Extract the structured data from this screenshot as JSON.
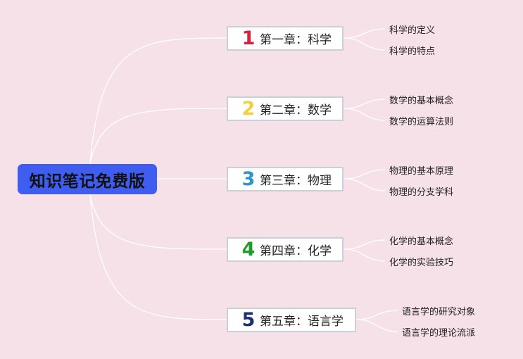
{
  "root": {
    "title": "知识笔记免费版"
  },
  "chapters": [
    {
      "number": "1",
      "title": "第一章：科学",
      "color": "#d9203a",
      "topics": [
        "科学的定义",
        "科学的特点"
      ]
    },
    {
      "number": "2",
      "title": "第二章：数学",
      "color": "#f1d23c",
      "topics": [
        "数学的基本概念",
        "数学的运算法则"
      ]
    },
    {
      "number": "3",
      "title": "第三章：物理",
      "color": "#2b93d6",
      "topics": [
        "物理的基本原理",
        "物理的分支学科"
      ]
    },
    {
      "number": "4",
      "title": "第四章：化学",
      "color": "#1f9a2c",
      "topics": [
        "化学的基本概念",
        "化学的实验技巧"
      ]
    },
    {
      "number": "5",
      "title": "第五章：语言学",
      "color": "#1b2f74",
      "topics": [
        "语言学的研究对象",
        "语言学的理论流派"
      ]
    }
  ]
}
